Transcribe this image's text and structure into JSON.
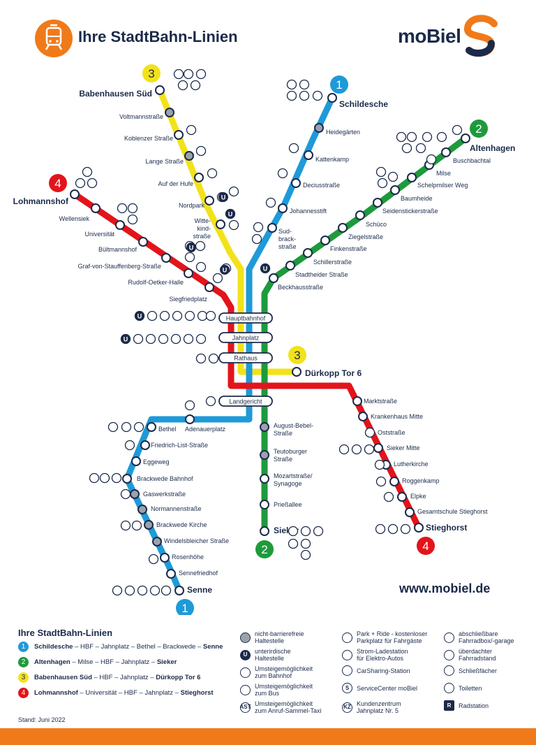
{
  "header": {
    "title": "Ihre StadtBahn-Linien",
    "logo": "moBiel",
    "icon": "tram-icon"
  },
  "website": "www.mobiel.de",
  "colors": {
    "line1": "#1e9ad8",
    "line2": "#1e9a3c",
    "line3": "#f2e21a",
    "line4": "#e3141b",
    "accent": "#f07a1a",
    "navy": "#1b2a4a"
  },
  "central_stops": [
    "Hauptbahnhof",
    "Jahnplatz",
    "Rathaus",
    "Landgericht"
  ],
  "lines": [
    {
      "num": "1",
      "terminals": [
        "Schildesche",
        "Senne"
      ]
    },
    {
      "num": "2",
      "terminals": [
        "Altenhagen",
        "Sieker"
      ]
    },
    {
      "num": "3",
      "terminals": [
        "Babenhausen Süd",
        "Dürkopp Tor 6"
      ]
    },
    {
      "num": "4",
      "terminals": [
        "Lohmannshof",
        "Stieghorst"
      ]
    }
  ],
  "stops": {
    "babenhausen_sued": "Babenhausen Süd",
    "voltmannstrasse": "Voltmannstraße",
    "koblenzer": "Koblenzer Straße",
    "lange": "Lange Straße",
    "auf_der_hufe": "Auf der Hufe",
    "nordpark": "Nordpark",
    "witte": "Witte-\nkind-\nstraße",
    "schildesche": "Schildesche",
    "heidegaerten": "Heidegärten",
    "kattenkamp": "Kattenkamp",
    "deciusstrasse": "Deciusstraße",
    "johannesstift": "Johannesstift",
    "sudbrack": "Sud-\nbrack-\nstraße",
    "altenhagen": "Altenhagen",
    "buschbachtal": "Buschbachtal",
    "milse": "Milse",
    "schelpmilser": "Schelpmilser Weg",
    "baumheide": "Baumheide",
    "seidensticker": "Seidenstickerstraße",
    "schueco": "Schüco",
    "ziegelstrasse": "Ziegelstraße",
    "finkenstrasse": "Finkenstraße",
    "schillerstrasse": "Schillerstraße",
    "stadtheider": "Stadtheider Straße",
    "beckhaus": "Beckhausstraße",
    "lohmannshof": "Lohmannshof",
    "wellensiek": "Wellensiek",
    "universitaet": "Universität",
    "bueltmannshof": "Bültmannshof",
    "graf": "Graf-von-Stauffenberg-Straße",
    "rudolf": "Rudolf-Oetker-Halle",
    "siegfriedplatz": "Siegfriedplatz",
    "duerkopp": "Dürkopp Tor 6",
    "marktstrasse": "Marktstraße",
    "krankenhaus": "Krankenhaus Mitte",
    "oststrasse": "Oststraße",
    "sieker_mitte": "Sieker Mitte",
    "lutherkirche": "Lutherkirche",
    "roggenkamp": "Roggenkamp",
    "elpke": "Elpke",
    "gesamtschule": "Gesamtschule Stieghorst",
    "stieghorst": "Stieghorst",
    "august_bebel": "August-Bebel-\nStraße",
    "teutoburger": "Teutoburger\nStraße",
    "mozart": "Mozartstraße/\nSynagoge",
    "priessallee": "Prießallee",
    "sieker": "Sieker",
    "adenauerplatz": "Adenauerplatz",
    "bethel": "Bethel",
    "friedrich_list": "Friedrich-List-Straße",
    "eggeweg": "Eggeweg",
    "brackwede_bhf": "Brackwede Bahnhof",
    "gaswerk": "Gaswerkstraße",
    "normannen": "Normannenstraße",
    "brackwede_kirche": "Brackwede Kirche",
    "windelsbleicher": "Windelsbleicher Straße",
    "rosenhoehe": "Rosenhöhe",
    "sennefriedhof": "Sennefriedhof",
    "senne": "Senne"
  },
  "legend": {
    "title": "Ihre StadtBahn-Linien",
    "routes": [
      {
        "num": "1",
        "from": "Schildesche",
        "via": " – HBF – Jahnplatz – Bethel – Brackwede – ",
        "to": "Senne"
      },
      {
        "num": "2",
        "from": "Altenhagen",
        "via": " – Milse – HBF – Jahnplatz – ",
        "to": "Sieker"
      },
      {
        "num": "3",
        "from": "Babenhausen Süd",
        "via": " – HBF – Jahnplatz – ",
        "to": "Dürkopp Tor 6"
      },
      {
        "num": "4",
        "from": "Lohmannshof",
        "via": " – Universität – HBF – Jahnplatz – ",
        "to": "Stieghorst"
      }
    ],
    "symbols": [
      "nicht-barrierefreie\nHaltestelle",
      "unterirdische\nHaltestelle",
      "Umsteigemöglichkeit\nzum Bahnhof",
      "Umsteigemöglichkeit\nzum Bus",
      "Umsteigemöglichkeit\nzum Anruf-Sammel-Taxi",
      "Park + Ride - kostenloser\nParkplatz für Fahrgäste",
      "Strom-Ladestation\nfür Elektro-Autos",
      "CarSharing-Station",
      "ServiceCenter moBiel",
      "Kundenzentrum\nJahnplatz Nr. 5",
      "abschließbare\nFahrradbox/-garage",
      "überdachter\nFahrradstand",
      "Schließfächer",
      "Toiletten",
      "Radstation"
    ],
    "glyphs": {
      "underground": "U",
      "radstation": "R",
      "ast": "AST",
      "service": "S",
      "kunden": "KZ"
    }
  },
  "stand": "Stand: Juni 2022"
}
